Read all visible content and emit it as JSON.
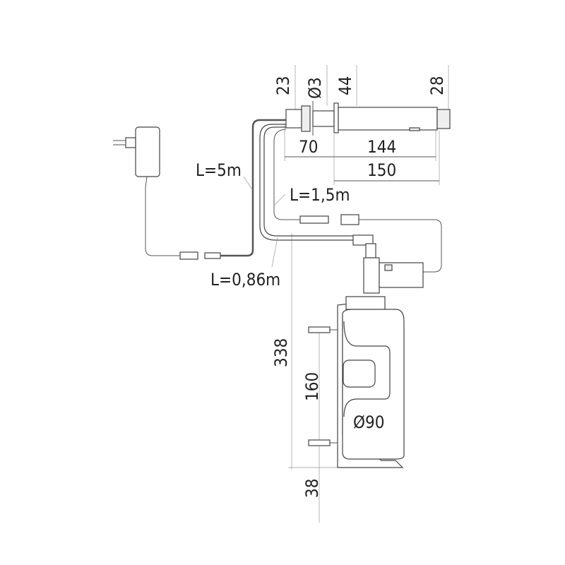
{
  "dimensions": {
    "d23": "23",
    "d_o3": "Ø3",
    "d44": "44",
    "d28": "28",
    "d70": "70",
    "d144": "144",
    "d150": "150",
    "d338": "338",
    "d160": "160",
    "d_o90": "Ø90",
    "d38": "38"
  },
  "cables": {
    "power": "L=5m",
    "sensor": "L=1,5m",
    "hose": "L=0,86m"
  }
}
